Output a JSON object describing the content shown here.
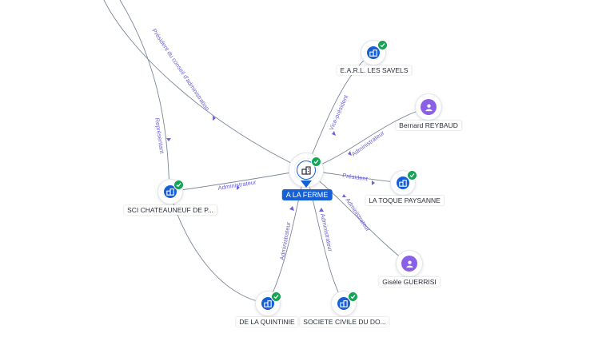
{
  "colors": {
    "company": "#1560d6",
    "person": "#8a60e8",
    "verified": "#15a356",
    "edge": "#7d8799",
    "edge_label": "#6b63d6"
  },
  "center": {
    "label": "A LA FERME",
    "icon": "building-icon",
    "verified": true
  },
  "nodes": {
    "savels": {
      "label": "E.A.R.L. LES SAVELS",
      "type": "company",
      "icon": "building-icon",
      "verified": true
    },
    "reybaud": {
      "label": "Bernard REYBAUD",
      "type": "person",
      "icon": "person-icon"
    },
    "toque": {
      "label": "LA TOQUE PAYSANNE",
      "type": "company",
      "icon": "building-icon",
      "verified": true
    },
    "guerrisi": {
      "label": "Gisèle GUERRISI",
      "type": "person",
      "icon": "person-icon"
    },
    "societe": {
      "label": "SOCIETE CIVILE DU DO...",
      "type": "company",
      "icon": "building-icon",
      "verified": true
    },
    "quintinie": {
      "label": "DE LA QUINTINIE",
      "type": "company",
      "icon": "building-icon",
      "verified": true
    },
    "chateauneuf": {
      "label": "SCI CHATEAUNEUF DE P...",
      "type": "company",
      "icon": "building-icon",
      "verified": true
    }
  },
  "edges": {
    "president_conseil": "Président du conseil d'administration",
    "representant": "Représentant",
    "vice_president": "Vice-président",
    "administrateur_reybaud": "Administrateur",
    "president_toque": "Président",
    "administrateur_guerrisi": "Administrateur",
    "administrateur_societe": "Administrateur",
    "administrateur_quintinie": "Administrateur",
    "administrateur_chateauneuf": "Administrateur"
  }
}
